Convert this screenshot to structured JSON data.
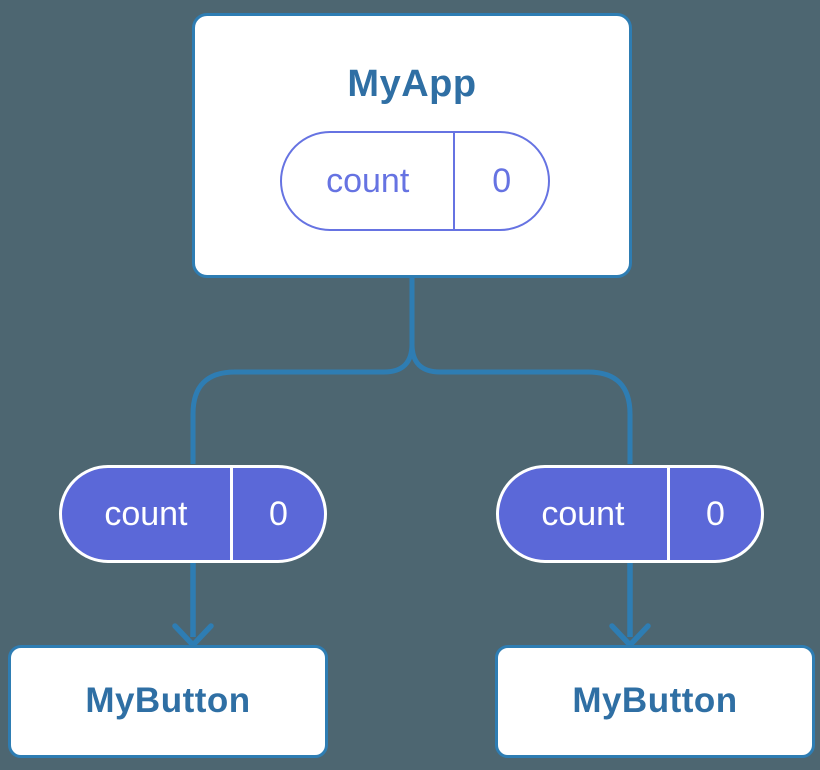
{
  "canvas": {
    "background": "#4d6671"
  },
  "colors": {
    "line": "#2e7db3",
    "node_text": "#2f6fa4",
    "pill_outline": "#6673e2",
    "pill_fill": "#5b68d8",
    "node_fill": "#ffffff"
  },
  "diagram": {
    "type": "component-tree",
    "root": {
      "label": "MyApp",
      "state_pill": {
        "key": "count",
        "value": "0",
        "style": "outline"
      }
    },
    "props": [
      {
        "key": "count",
        "value": "0",
        "style": "filled"
      },
      {
        "key": "count",
        "value": "0",
        "style": "filled"
      }
    ],
    "children": [
      {
        "label": "MyButton"
      },
      {
        "label": "MyButton"
      }
    ]
  }
}
